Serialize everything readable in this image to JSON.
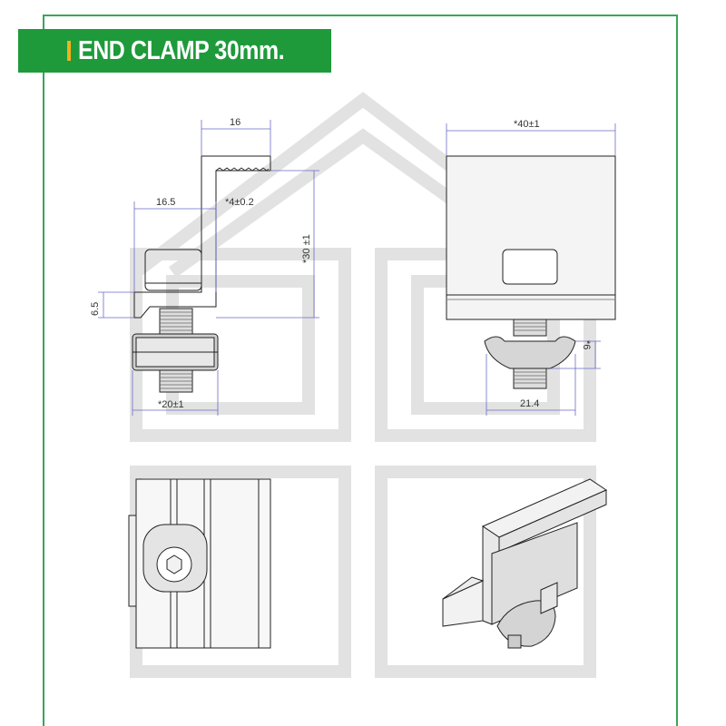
{
  "title": {
    "text": "END CLAMP 30mm."
  },
  "colors": {
    "banner": "#1e9a3b",
    "accent": "#f1b21a",
    "frame": "#3aa55a",
    "line": "#222222",
    "dim_line": "#6a6ac8",
    "watermark": "#dcdcdc"
  },
  "dimensions": {
    "side_top_width": "16",
    "side_offset": "16.5",
    "side_tolerance_4": "*4±0.2",
    "side_height": "*30 ±1",
    "side_bolt_height": "6.5",
    "side_bottom_width": "*20±1",
    "front_width": "*40±1",
    "front_nut_height": "*6",
    "front_nut_width": "21.4"
  }
}
